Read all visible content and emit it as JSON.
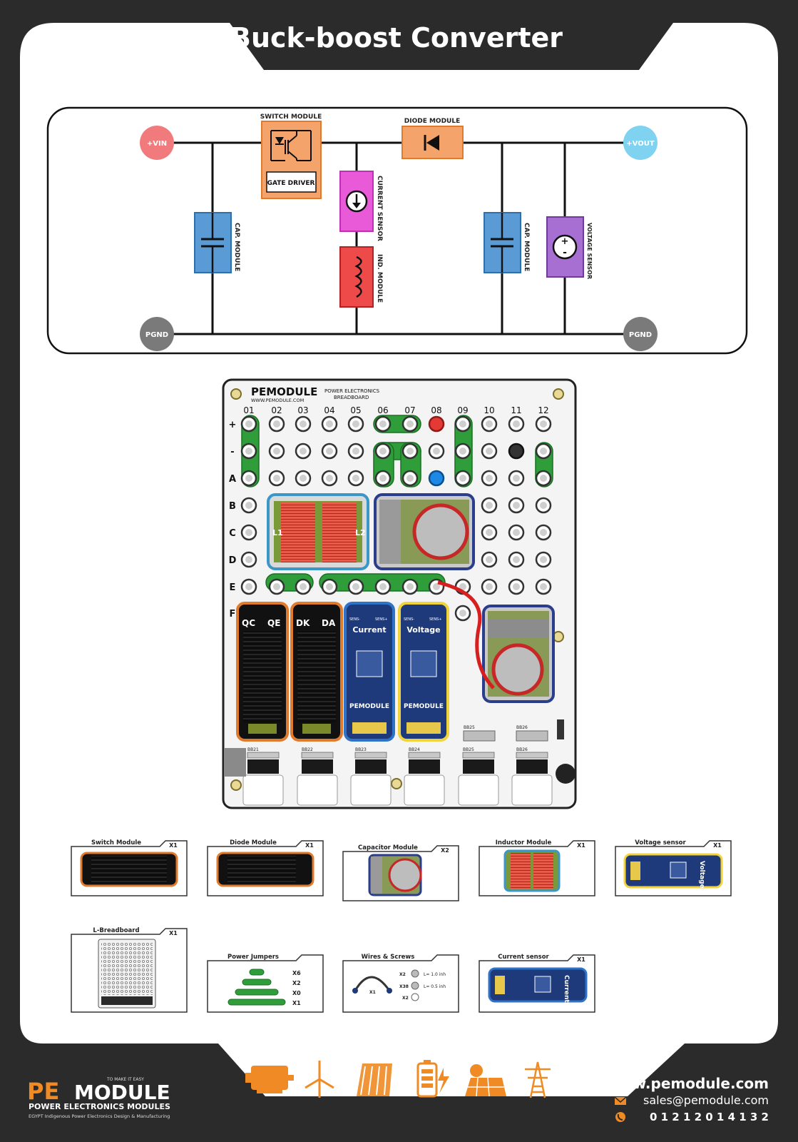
{
  "title": "Buck-boost Converter",
  "schematic": {
    "vin": "+VIN",
    "vout": "+VOUT",
    "pgnd_left": "PGND",
    "pgnd_right": "PGND",
    "switch_module": "SWITCH MODULE",
    "gate_driver": "GATE DRIVER",
    "diode_module": "DIODE MODULE",
    "current_sensor": "CURRENT SENSOR",
    "ind_module": "IND. MODULE",
    "cap_module_left": "CAP. MODULE",
    "cap_module_right": "CAP. MODULE",
    "voltage_sensor": "VOLTAGE SENSOR"
  },
  "board": {
    "brand": "PEMODULE",
    "url": "WWW.PEMODULE.COM",
    "subtitle_1": "POWER ELECTRONICS",
    "subtitle_2": "BREADBOARD",
    "columns": [
      "01",
      "02",
      "03",
      "04",
      "05",
      "06",
      "07",
      "08",
      "09",
      "10",
      "11",
      "12"
    ],
    "rows": [
      "+",
      "-",
      "A",
      "B",
      "C",
      "D",
      "E",
      "F"
    ],
    "l1": "L1",
    "l2": "L2",
    "qc": "QC",
    "qe": "QE",
    "dk": "DK",
    "da": "DA",
    "current": "Current",
    "voltage": "Voltage",
    "sens_minus": "SENS-",
    "sens_plus": "SENS+",
    "brand_small": "PEMODULE",
    "url_small": "WWW.PEMODULE.COM",
    "slots": [
      "BB21",
      "BB22",
      "BB23",
      "BB24",
      "BB25",
      "BB26"
    ],
    "slots_upper": [
      "BB25",
      "BB26"
    ]
  },
  "parts": {
    "switch_module": {
      "name": "Switch Module",
      "qty": "X1"
    },
    "diode_module": {
      "name": "Diode Module",
      "qty": "X1"
    },
    "capacitor_module": {
      "name": "Capacitor Module",
      "qty": "X2"
    },
    "inductor_module": {
      "name": "Inductor Module",
      "qty": "X1"
    },
    "voltage_sensor": {
      "name": "Voltage sensor",
      "qty": "X1",
      "label": "Voltage"
    },
    "l_breadboard": {
      "name": "L-Breadboard",
      "qty": "X1"
    },
    "power_jumpers": {
      "name": "Power Jumpers",
      "counts": [
        "X6",
        "X2",
        "X0",
        "X1"
      ]
    },
    "wires_screws": {
      "name": "Wires & Screws",
      "wire_qty": "X1",
      "screw_qty": [
        "X2",
        "X38",
        "X2"
      ],
      "screw_len": [
        "L= 1.0 inh",
        "L= 0.5 inh"
      ]
    },
    "current_sensor": {
      "name": "Current sensor",
      "qty": "X1",
      "label": "Current"
    }
  },
  "footer": {
    "logo_tagline": "TO MAKE IT EASY",
    "logo_pe": "PE",
    "logo_module": "MODULE",
    "logo_line1": "POWER ELECTRONICS MODULES",
    "logo_line2": "EGYPT Indigenous Power Electronics Design & Manufacturing",
    "website": "www.pemodule.com",
    "email": "sales@pemodule.com",
    "phone": "0 1 2 1 2 0 1 4 1 3 2",
    "icons": [
      "motor-icon",
      "wind-turbine-icon",
      "solar-thermal-icon",
      "battery-charging-icon",
      "solar-panel-icon",
      "power-tower-icon"
    ]
  },
  "colors": {
    "frame": "#2b2b2b",
    "panel": "#ffffff",
    "vin": "#f07a7c",
    "vout": "#7fd3f0",
    "pgnd": "#7a7a7a",
    "switch": "#f4a46a",
    "switch_border": "#e07b2e",
    "current_sensor": "#e85ad8",
    "inductor": "#ee4a4a",
    "capacitor": "#5b9bd5",
    "voltage_sensor": "#a66fd1",
    "jumper": "#2f9e3a",
    "footer_icon": "#f08a24"
  }
}
